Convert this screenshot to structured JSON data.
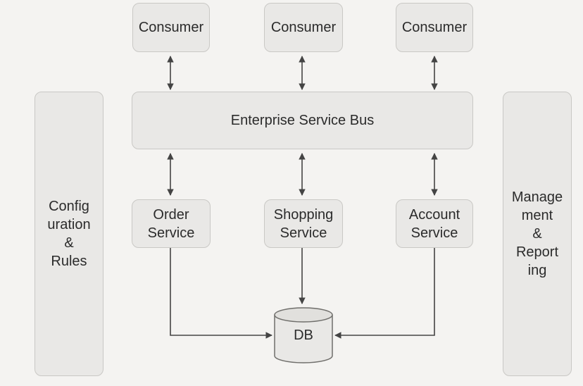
{
  "consumers": [
    "Consumer",
    "Consumer",
    "Consumer"
  ],
  "bus": "Enterprise Service Bus",
  "services": [
    "Order\nService",
    "Shopping\nService",
    "Account\nService"
  ],
  "left_panel": "Config\nuration\n&\nRules",
  "right_panel": "Manage\nment\n&\nReport\ning",
  "database": "DB"
}
